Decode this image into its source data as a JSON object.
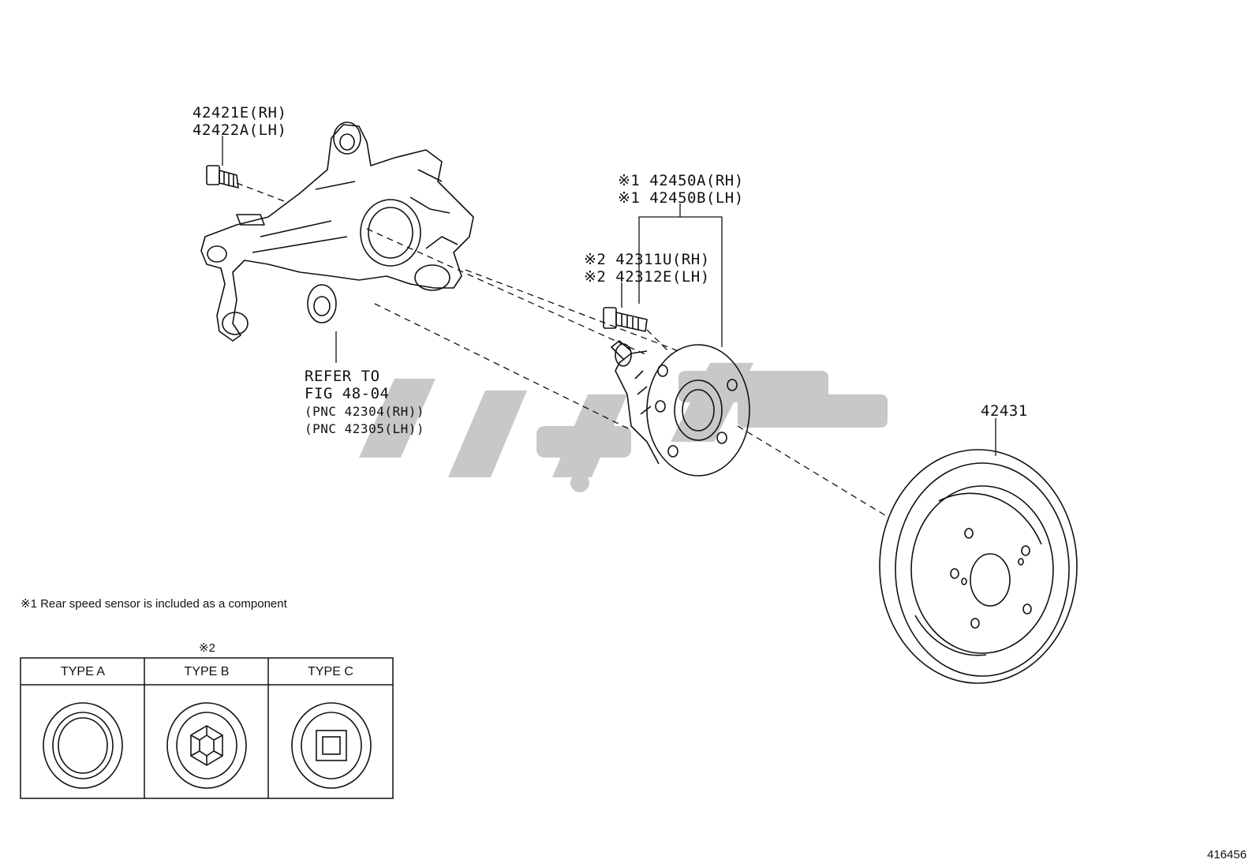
{
  "labels": {
    "bolt_rh": "42421E(RH)",
    "bolt_lh": "42422A(LH)",
    "hub_rh": "※1 42450A(RH)",
    "hub_lh": "※1 42450B(LH)",
    "stud_rh": "※2 42311U(RH)",
    "stud_lh": "※2 42312E(LH)",
    "refer_line1": "REFER TO",
    "refer_line2": "FIG 48-04",
    "refer_line3": "(PNC 42304(RH))",
    "refer_line4": "(PNC 42305(LH))",
    "disc": "42431"
  },
  "note": "※1 Rear speed sensor is included as a component",
  "table": {
    "marker": "※2",
    "headers": [
      "TYPE A",
      "TYPE B",
      "TYPE C"
    ]
  },
  "figure_number": "416456",
  "colors": {
    "line": "#111111",
    "watermark": "#c8c8c8"
  }
}
